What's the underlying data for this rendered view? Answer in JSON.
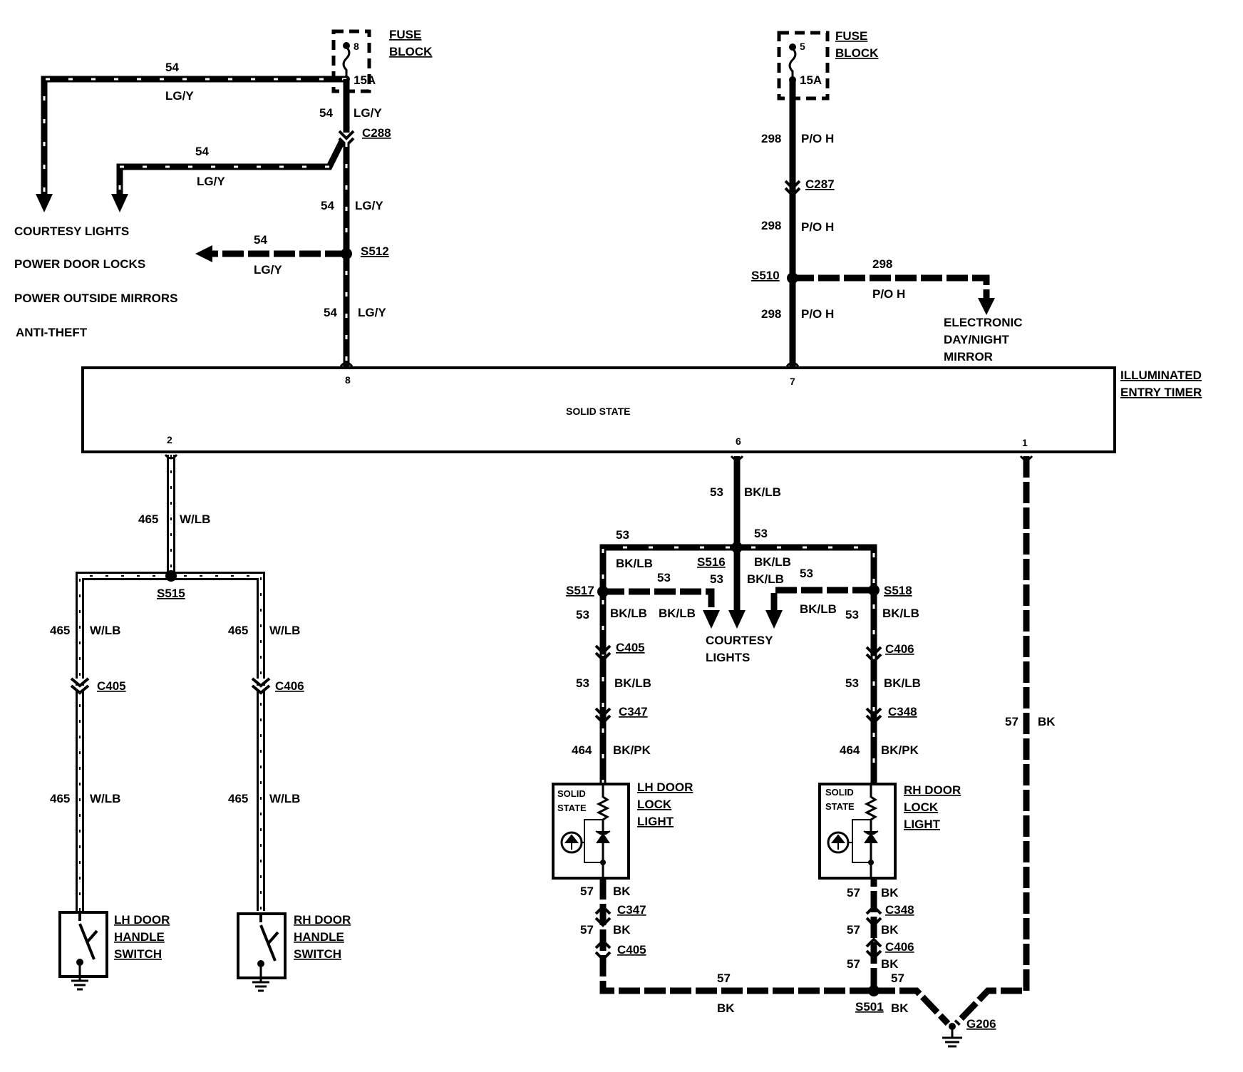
{
  "fuse_left": {
    "title_1": "FUSE",
    "title_2": "BLOCK",
    "number": "8",
    "rating": "15A"
  },
  "fuse_right": {
    "title_1": "FUSE",
    "title_2": "BLOCK",
    "number": "5",
    "rating": "15A"
  },
  "module": {
    "title_1": "ILLUMINATED",
    "title_2": "ENTRY TIMER",
    "body": "SOLID STATE",
    "pins": {
      "p8": "8",
      "p7": "7",
      "p2": "2",
      "p6": "6",
      "p1": "1"
    }
  },
  "circuits": {
    "c54": "54",
    "lgy": "LG/Y",
    "c298": "298",
    "poh": "P/O H",
    "c465": "465",
    "wlb": "W/LB",
    "c53": "53",
    "bklb": "BK/LB",
    "c464": "464",
    "bkpk": "BK/PK",
    "c57": "57",
    "bk": "BK"
  },
  "connectors": {
    "c288": "C288",
    "c287": "C287",
    "c405": "C405",
    "c406": "C406",
    "c347": "C347",
    "c348": "C348"
  },
  "splices": {
    "s512": "S512",
    "s510": "S510",
    "s515": "S515",
    "s516": "S516",
    "s517": "S517",
    "s518": "S518",
    "s501": "S501"
  },
  "ground": "G206",
  "loads_left": [
    "COURTESY LIGHTS",
    "POWER DOOR LOCKS",
    "POWER OUTSIDE MIRRORS",
    "ANTI-THEFT"
  ],
  "mirror": [
    "ELECTRONIC",
    "DAY/NIGHT",
    "MIRROR"
  ],
  "courtesy": [
    "COURTESY",
    "LIGHTS"
  ],
  "lh_switch": [
    "LH DOOR",
    "HANDLE",
    "SWITCH"
  ],
  "rh_switch": [
    "RH DOOR",
    "HANDLE",
    "SWITCH"
  ],
  "lh_lock": [
    "LH DOOR",
    "LOCK",
    "LIGHT"
  ],
  "rh_lock": [
    "RH DOOR",
    "LOCK",
    "LIGHT"
  ],
  "lock_solid": [
    "SOLID",
    "STATE"
  ]
}
